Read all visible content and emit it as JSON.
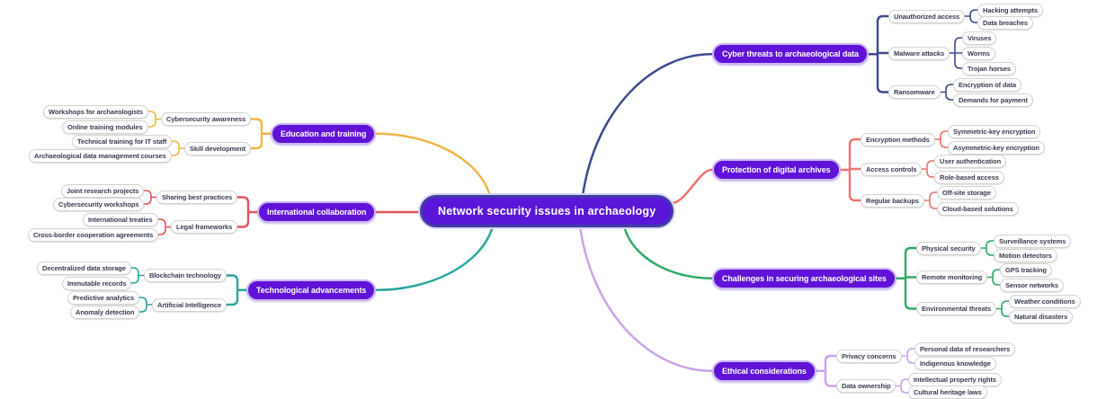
{
  "central": {
    "label": "Network security issues in archaeology"
  },
  "colors": {
    "background": "#ffffff",
    "central_fill": "#5a16d8",
    "central_border": "#3c3f9e",
    "branch_fill": "#6013d6",
    "branch_border": "#cbb6f2",
    "sub_fill": "#ffffff",
    "sub_border": "#d2d2d2",
    "sub_text": "#393c50"
  },
  "branches": [
    {
      "id": "cyber-threats",
      "side": "right",
      "color": "#3e4a8e",
      "label": "Cyber threats to archaeological data",
      "children": [
        {
          "label": "Unauthorized access",
          "children": [
            {
              "label": "Hacking attempts"
            },
            {
              "label": "Data breaches"
            }
          ]
        },
        {
          "label": "Malware attacks",
          "children": [
            {
              "label": "Viruses"
            },
            {
              "label": "Worms"
            },
            {
              "label": "Trojan horses"
            }
          ]
        },
        {
          "label": "Ransomware",
          "children": [
            {
              "label": "Encryption of data"
            },
            {
              "label": "Demands for payment"
            }
          ]
        }
      ]
    },
    {
      "id": "protection-digital-archives",
      "side": "right",
      "color": "#f0736e",
      "label": "Protection of digital archives",
      "children": [
        {
          "label": "Encryption methods",
          "children": [
            {
              "label": "Symmetric-key encryption"
            },
            {
              "label": "Asymmetric-key encryption"
            }
          ]
        },
        {
          "label": "Access controls",
          "children": [
            {
              "label": "User authentication"
            },
            {
              "label": "Role-based access"
            }
          ]
        },
        {
          "label": "Regular backups",
          "children": [
            {
              "label": "Off-site storage"
            },
            {
              "label": "Cloud-based solutions"
            }
          ]
        }
      ]
    },
    {
      "id": "challenges-securing-sites",
      "side": "right",
      "color": "#2fab67",
      "label": "Challenges in securing archaeological sites",
      "children": [
        {
          "label": "Physical security",
          "children": [
            {
              "label": "Surveillance systems"
            },
            {
              "label": "Motion detectors"
            }
          ]
        },
        {
          "label": "Remote monitoring",
          "children": [
            {
              "label": "GPS tracking"
            },
            {
              "label": "Sensor networks"
            }
          ]
        },
        {
          "label": "Environmental threats",
          "children": [
            {
              "label": "Weather conditions"
            },
            {
              "label": "Natural disasters"
            }
          ]
        }
      ]
    },
    {
      "id": "ethical-considerations",
      "side": "right",
      "color": "#c8a5ea",
      "label": "Ethical considerations",
      "children": [
        {
          "label": "Privacy concerns",
          "children": [
            {
              "label": "Personal data of researchers"
            },
            {
              "label": "Indigenous knowledge"
            }
          ]
        },
        {
          "label": "Data ownership",
          "children": [
            {
              "label": "Intellectual property rights"
            },
            {
              "label": "Cultural heritage laws"
            }
          ]
        }
      ]
    },
    {
      "id": "education-training",
      "side": "left",
      "color": "#f0b544",
      "label": "Education and training",
      "children": [
        {
          "label": "Cybersecurity awareness",
          "children": [
            {
              "label": "Workshops for archaeologists"
            },
            {
              "label": "Online training modules"
            }
          ]
        },
        {
          "label": "Skill development",
          "children": [
            {
              "label": "Technical training for IT staff"
            },
            {
              "label": "Archaeological data management courses"
            }
          ]
        }
      ]
    },
    {
      "id": "international-collaboration",
      "side": "left",
      "color": "#e4545e",
      "label": "International collaboration",
      "children": [
        {
          "label": "Sharing best practices",
          "children": [
            {
              "label": "Joint research projects"
            },
            {
              "label": "Cybersecurity workshops"
            }
          ]
        },
        {
          "label": "Legal frameworks",
          "children": [
            {
              "label": "International treaties"
            },
            {
              "label": "Cross-border cooperation agreements"
            }
          ]
        }
      ]
    },
    {
      "id": "technological-advancements",
      "side": "left",
      "color": "#2ca79c",
      "label": "Technological advancements",
      "children": [
        {
          "label": "Blockchain technology",
          "children": [
            {
              "label": "Decentralized data storage"
            },
            {
              "label": "Immutable records"
            }
          ]
        },
        {
          "label": "Artificial Intelligence",
          "children": [
            {
              "label": "Predictive analytics"
            },
            {
              "label": "Anomaly detection"
            }
          ]
        }
      ]
    }
  ]
}
